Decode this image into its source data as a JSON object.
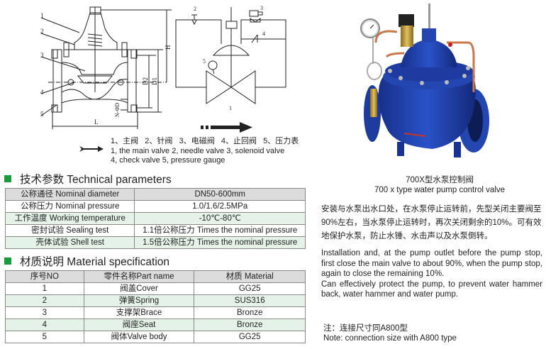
{
  "drawing": {
    "part_labels": [
      "1",
      "2",
      "3",
      "4",
      "5"
    ],
    "dimension_labels": [
      "H",
      "D2",
      "D1",
      "N-ΦD",
      "L"
    ]
  },
  "schematic": {
    "labels": [
      "2",
      "3",
      "4",
      "5",
      "1"
    ]
  },
  "legend": {
    "line_cn": "1、主阀   2、针阀   3、电磁阀   4、止回阀   5、压力表",
    "line_en1": "1, the main valve 2, needle valve 3, solenoid valve",
    "line_en2": "4, check valve 5, pressure gauge"
  },
  "technical": {
    "title": "技术参数 Technical parameters",
    "rows": [
      {
        "label": "公称通径 Nominal diameter",
        "value": "DN50-600mm"
      },
      {
        "label": "公称压力 Nominal pressure",
        "value": "1.0/1.6/2.5MPa"
      },
      {
        "label": "工作温度 Working temperature",
        "value": "-10℃-80℃"
      },
      {
        "label": "密封试验 Sealing test",
        "value": "1.1倍公称压力 Times the nominal pressure"
      },
      {
        "label": "壳体试验 Shell test",
        "value": "1.5倍公称压力 Times the nominal pressure"
      }
    ]
  },
  "material": {
    "title": "材质说明 Material specification",
    "headers": [
      "序号NO",
      "零件名称Part name",
      "材质 Material"
    ],
    "rows": [
      [
        "1",
        "阀盖Cover",
        "GG25"
      ],
      [
        "2",
        "弹簧Spring",
        "SUS316"
      ],
      [
        "3",
        "支撑架Brace",
        "Bronze"
      ],
      [
        "4",
        "阀座Seat",
        "Bronze"
      ],
      [
        "5",
        "阀体Valve body",
        "GG25"
      ]
    ]
  },
  "product": {
    "caption_cn": "700X型水泵控制阀",
    "caption_en": "700 x type water pump control valve",
    "desc_cn": "安装与水泵出水口处，在水泵停止运转前，先型关闭主要阀至90%左右，当水泵停止运转时，再次关闭剩余的10%。可有效地保护水泵，防止水锤、水击声以及水泵倒转。",
    "desc_en_1": "Installation and, at the pump outlet before the pump stop, first close the main valve to about 90%, when the pump stop, again to close the remaining 10%.",
    "desc_en_2": "Can effectively protect the pump, to prevent water hammer back, water hammer and water pump.",
    "note_cn": "注：连接尺寸同A800型",
    "note_en": "Note: connection size with A800 type"
  },
  "colors": {
    "section_marker": "#1a9a3a",
    "header_row": "#dcdcdc",
    "alt_row": "#e4f2e7",
    "valve_blue": "#1f3fa8"
  }
}
